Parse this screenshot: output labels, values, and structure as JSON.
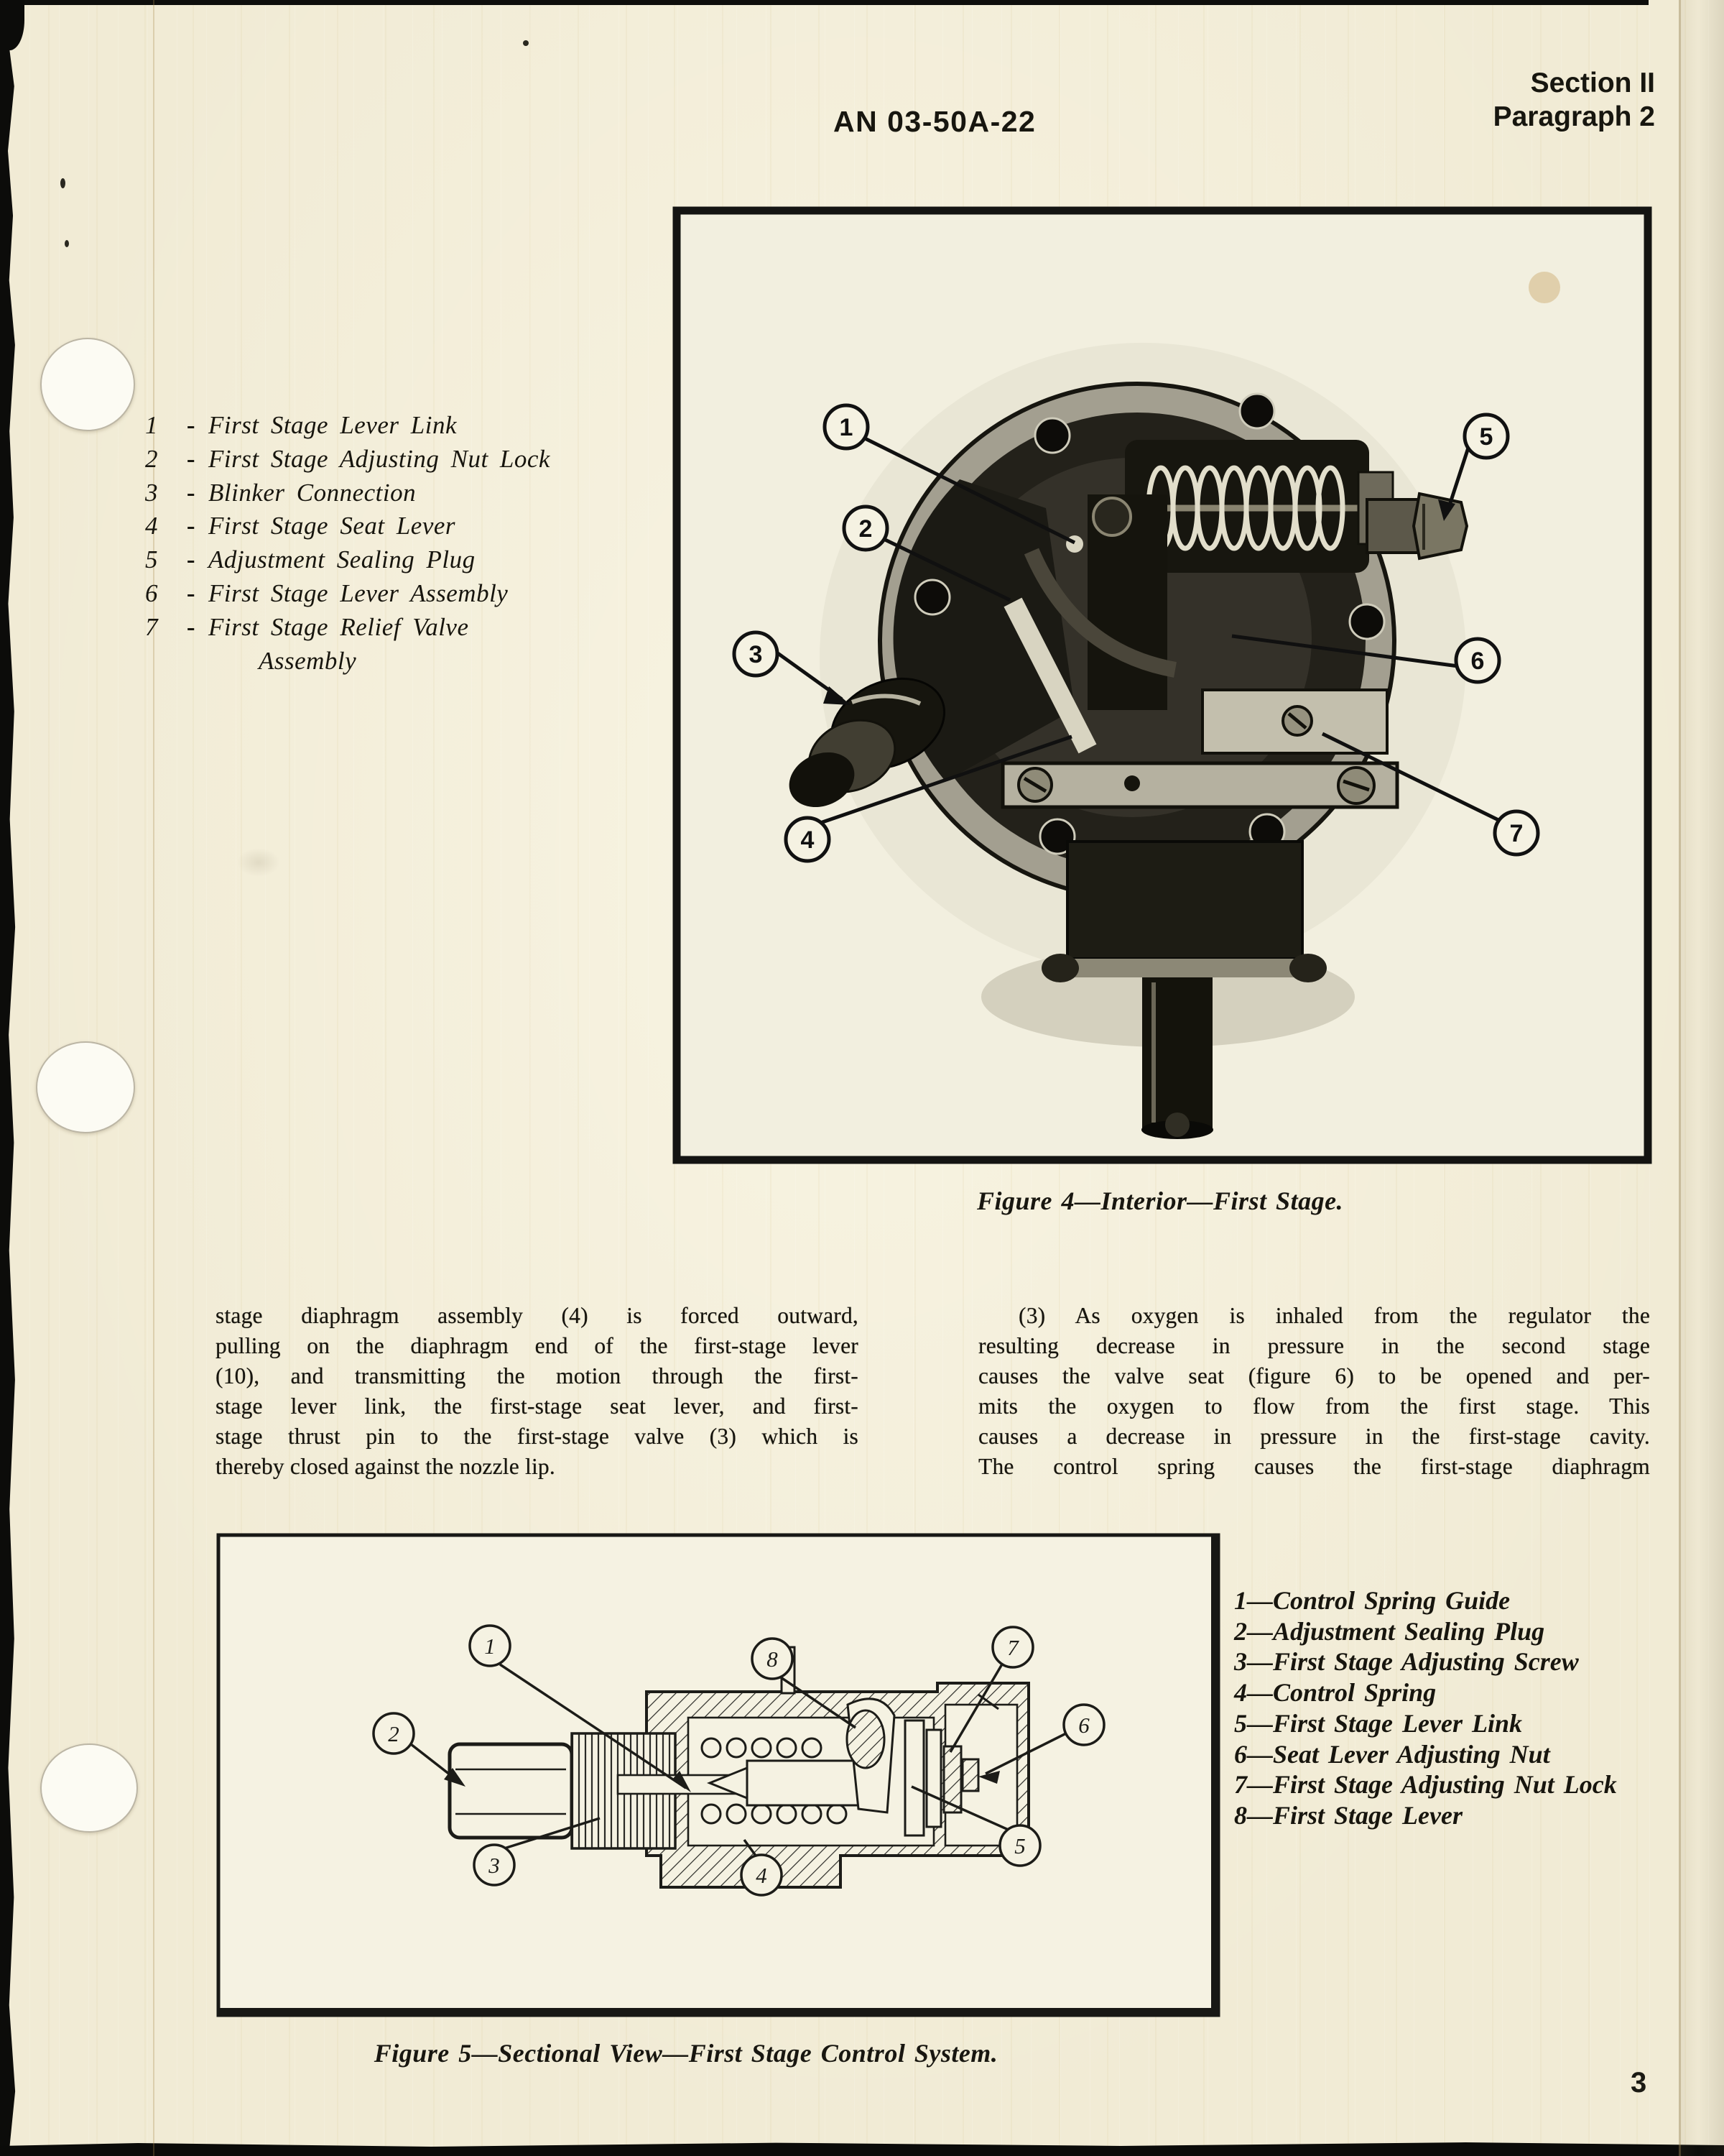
{
  "header": {
    "doc_number": "AN 03-50A-22",
    "section": "Section II",
    "paragraph": "Paragraph 2"
  },
  "figure4": {
    "sep": "-",
    "parts": [
      {
        "num": "1",
        "label": "First Stage Lever Link"
      },
      {
        "num": "2",
        "label": "First Stage Adjusting Nut Lock"
      },
      {
        "num": "3",
        "label": "Blinker Connection"
      },
      {
        "num": "4",
        "label": "First Stage Seat Lever"
      },
      {
        "num": "5",
        "label": "Adjustment Sealing Plug"
      },
      {
        "num": "6",
        "label": "First Stage Lever Assembly"
      },
      {
        "num": "7",
        "label": "First Stage Relief Valve"
      }
    ],
    "part7_continuation": "Assembly",
    "callouts": [
      "1",
      "2",
      "3",
      "4",
      "5",
      "6",
      "7"
    ],
    "caption": "Figure 4—Interior—First Stage."
  },
  "body": {
    "left_lines": [
      "stage diaphragm assembly (4) is forced outward,",
      "pulling on the diaphragm end of the first-stage lever",
      "(10), and transmitting the motion through the first-",
      "stage lever link, the first-stage seat lever, and first-",
      "stage thrust pin to the first-stage valve (3) which is",
      "thereby closed against the nozzle lip."
    ],
    "right_lines": [
      "(3) As oxygen is inhaled from the regulator the",
      "resulting decrease in pressure in the second stage",
      "causes the valve seat (figure 6) to be opened and per-",
      "mits the oxygen to flow from the first stage. This",
      "causes a decrease in pressure in the first-stage cavity.",
      "The control spring causes the first-stage diaphragm"
    ]
  },
  "figure5": {
    "sep": "—",
    "legend": [
      {
        "num": "1",
        "label": "Control Spring Guide"
      },
      {
        "num": "2",
        "label": "Adjustment Sealing Plug"
      },
      {
        "num": "3",
        "label": "First Stage Adjusting Screw"
      },
      {
        "num": "4",
        "label": "Control Spring"
      },
      {
        "num": "5",
        "label": "First Stage Lever Link"
      },
      {
        "num": "6",
        "label": "Seat Lever Adjusting Nut"
      },
      {
        "num": "7",
        "label": "First Stage Adjusting Nut Lock"
      },
      {
        "num": "8",
        "label": "First Stage Lever"
      }
    ],
    "callouts": [
      "1",
      "2",
      "3",
      "4",
      "5",
      "6",
      "7",
      "8"
    ],
    "caption": "Figure 5—Sectional View—First Stage Control System."
  },
  "page": {
    "number": "3"
  }
}
